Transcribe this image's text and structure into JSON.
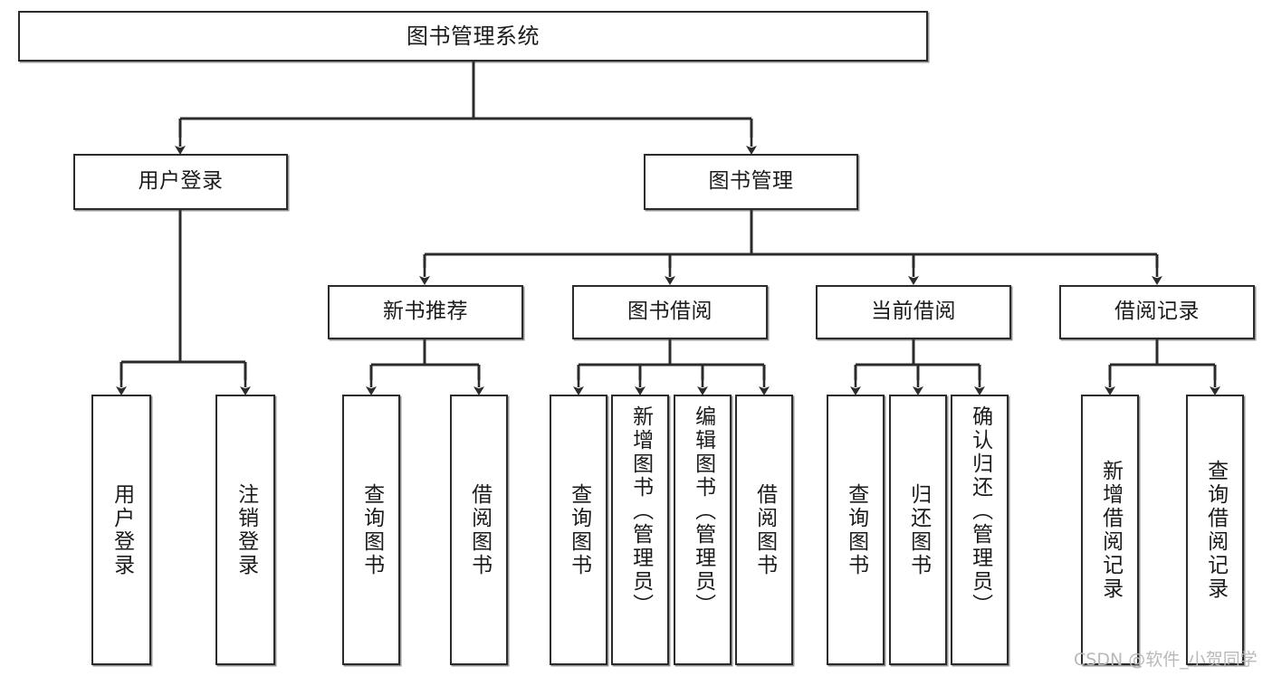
{
  "diagram": {
    "type": "tree",
    "title": "图书管理系统",
    "root": {
      "label": "图书管理系统"
    },
    "level2": [
      {
        "label": "用户登录"
      },
      {
        "label": "图书管理"
      }
    ],
    "level3": [
      {
        "label": "新书推荐"
      },
      {
        "label": "图书借阅"
      },
      {
        "label": "当前借阅"
      },
      {
        "label": "借阅记录"
      }
    ],
    "leaves_user_login": [
      {
        "label": "用户登录"
      },
      {
        "label": "注销登录"
      }
    ],
    "leaves_new_book": [
      {
        "label": "查询图书"
      },
      {
        "label": "借阅图书"
      }
    ],
    "leaves_borrow": [
      {
        "label": "查询图书"
      },
      {
        "label": "新增图书（管理员）"
      },
      {
        "label": "编辑图书（管理员）"
      },
      {
        "label": "借阅图书"
      }
    ],
    "leaves_current": [
      {
        "label": "查询图书"
      },
      {
        "label": "归还图书"
      },
      {
        "label": "确认归还（管理员）"
      }
    ],
    "leaves_records": [
      {
        "label": "新增借阅记录"
      },
      {
        "label": "查询借阅记录"
      }
    ]
  },
  "watermark": {
    "text": "CSDN @软件_小贺同学"
  },
  "colors": {
    "stroke": "#2b2b2b",
    "node_fill": "#ffffff",
    "text": "#1b1b1b",
    "watermark": "#b9b9b9",
    "background": "#ffffff"
  }
}
